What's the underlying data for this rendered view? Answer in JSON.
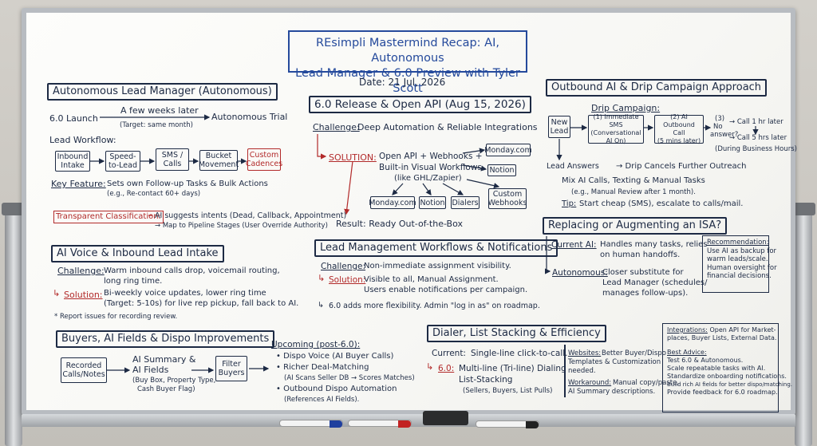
{
  "title": [
    "REsimpli Mastermind Recap: AI, Autonomous",
    "Lead Manager & 6.0 Preview with Tyler Scott"
  ],
  "date": "Date: 21 Jul, 2026",
  "alm": {
    "heading": "Autonomous Lead Manager (Autonomous)",
    "later": "A few weeks later",
    "launch": "6.0 Launch",
    "target": "(Target: same month)",
    "trial": "Autonomous Trial",
    "workflow_label": "Lead Workflow:",
    "steps": [
      "Inbound Intake",
      "Speed-to-Lead",
      "SMS / Calls",
      "Bucket Movement",
      "Custom Cadences"
    ],
    "key_label": "Key Feature:",
    "key_text": "Sets own Follow-up Tasks & Bulk Actions",
    "key_sub": "(e.g., Re-contact 60+ days)",
    "tc_label": "Transparent Classification:",
    "tc_text": "AI suggests intents (Dead, Callback, Appointment)",
    "tc_sub": "→ Map to Pipeline Stages (User Override Authority)"
  },
  "voice": {
    "heading": "AI Voice & Inbound Lead Intake",
    "challenge_label": "Challenge:",
    "challenge_text": [
      "Warm inbound calls drop, voicemail routing,",
      "long ring time."
    ],
    "solution_label": "Solution:",
    "solution_text": [
      "Bi-weekly voice updates, lower ring time",
      "(Target: 5-10s) for live rep pickup, fall back to AI."
    ],
    "footnote": "* Report issues for recording review."
  },
  "buyers": {
    "heading": "Buyers, AI Fields & Dispo Improvements",
    "recorded": "Recorded Calls/Notes",
    "summary": [
      "AI Summary &",
      "AI Fields"
    ],
    "summary_sub": [
      "(Buy Box, Property Type,",
      "Cash Buyer Flag)"
    ],
    "filter": "Filter Buyers",
    "upcoming_label": "Upcoming (post-6.0):",
    "upcoming_items": [
      "• Dispo Voice (AI Buyer Calls)",
      "• Richer Deal-Matching",
      "(AI Scans Seller DB → Scores Matches)",
      "• Outbound Dispo Automation",
      "(References AI Fields)."
    ]
  },
  "release": {
    "heading": "6.0 Release & Open API (Aug 15, 2026)",
    "challenge_label": "Challenge:",
    "challenge_text": "Deep Automation & Reliable Integrations",
    "solution_label": "SOLUTION:",
    "solution_text": [
      "Open API + Webhooks +",
      "Built-in Visual Workflows",
      "(like GHL/Zapier)"
    ],
    "integrations": [
      "Monday.com",
      "Notion",
      "Monday.com",
      "Notion",
      "Dialers",
      "Custom Webhooks"
    ],
    "result": "Result: Ready Out-of-the-Box"
  },
  "lmw": {
    "heading": "Lead Management Workflows & Notifications",
    "challenge_label": "Challenge:",
    "challenge_text": "Non-immediate assignment visibility.",
    "solution_label": "Solution:",
    "solution_text": [
      "Visible to all, Manual Assignment.",
      "Users enable notifications per campaign."
    ],
    "note": "6.0 adds more flexibility. Admin \"log in as\" on roadmap."
  },
  "dialer": {
    "heading": "Dialer, List Stacking & Efficiency",
    "current_label": "Current:",
    "current_text": "Single-line click-to-call.",
    "v6_label": "6.0:",
    "v6_text": [
      "Multi-line (Tri-line) Dialing",
      "List-Stacking",
      "(Sellers, Buyers, List Pulls)"
    ],
    "websites_label": "Websites:",
    "websites_text": [
      "Better Buyer/Dispo",
      "Templates & Customization",
      "needed."
    ],
    "workaround_label": "Workaround:",
    "workaround_text": [
      "Manual copy/paste,",
      "AI Summary descriptions."
    ]
  },
  "outbound": {
    "heading": "Outbound AI & Drip Campaign Approach",
    "drip_label": "Drip Campaign:",
    "new_lead": "New Lead",
    "sms": [
      "(1) Immediate SMS",
      "(Conversational",
      "AI On)"
    ],
    "call": [
      "(2) AI Outbound",
      "Call",
      "(5 mins later)"
    ],
    "no_answer": [
      "(3)",
      "No",
      "answer?"
    ],
    "call1": "→ Call 1 hr later",
    "call5": "→ Call 5 hrs later",
    "hours": "(During Business Hours)",
    "answers": "Lead Answers",
    "cancels": "→ Drip Cancels Further Outreach",
    "mix": "Mix AI Calls, Texting & Manual Tasks",
    "mix_sub": "(e.g., Manual Review after 1 month).",
    "tip_label": "Tip:",
    "tip_text": "Start cheap (SMS), escalate to calls/mail."
  },
  "isa": {
    "heading": "Replacing or Augmenting an ISA?",
    "current_label": "Current AI:",
    "current_text": [
      "Handles many tasks, relies",
      "on human handoffs."
    ],
    "auto_label": "Autonomous:",
    "auto_text": [
      "Closer substitute for",
      "Lead Manager (schedules/",
      "manages follow-ups)."
    ],
    "rec_label": "Recommendation:",
    "rec_text": [
      "Use AI as backup for",
      "warm leads/scale.",
      "Human oversight for",
      "financial decisions."
    ]
  },
  "advice": {
    "integrations_label": "Integrations:",
    "integrations_text": [
      "Open API for Market-",
      "places, Buyer Lists, External Data."
    ],
    "best_label": "Best Advice:",
    "best_text": [
      "Test 6.0 & Autonomous.",
      "Scale repeatable tasks with AI.",
      "Standardize onboarding notifications.",
      "Build rich AI fields for better dispo/matching.",
      "Provide feedback for 6.0 roadmap."
    ]
  },
  "colors": {
    "ink": "#1d2a44",
    "red": "#b22a2a",
    "blue": "#254a9c"
  }
}
